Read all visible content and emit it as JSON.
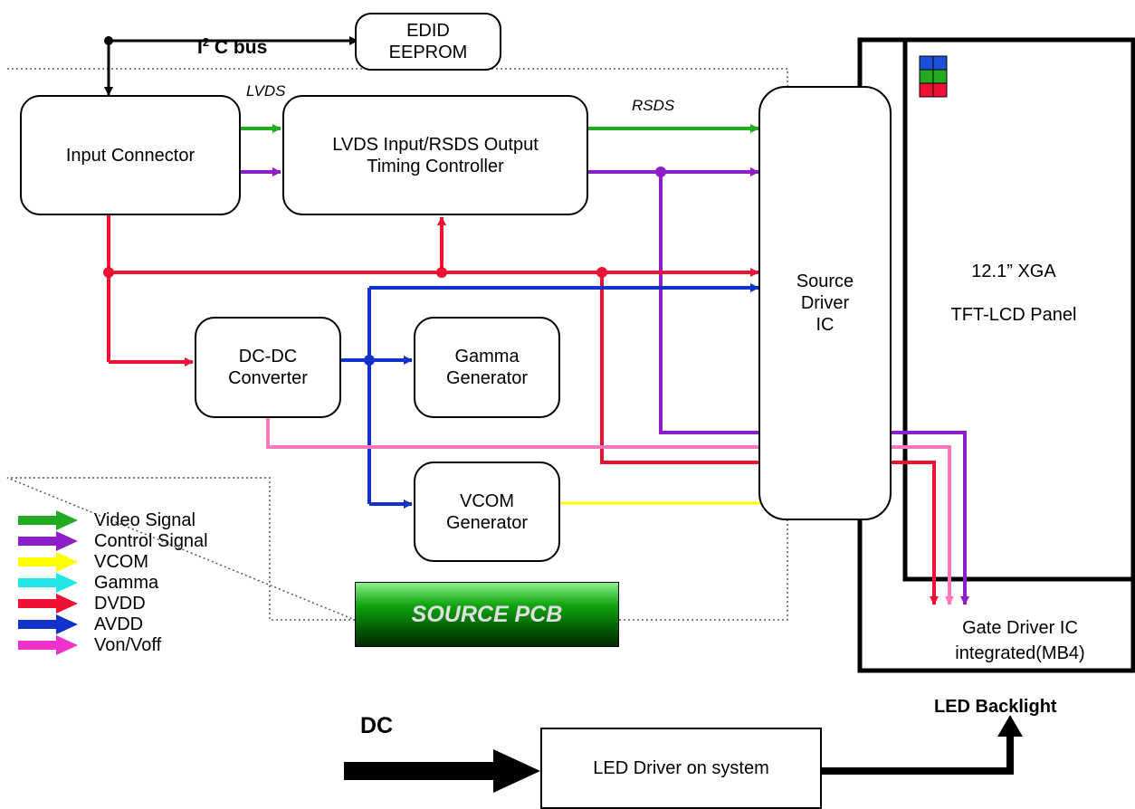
{
  "bus": {
    "i2c_prefix": "I",
    "i2c_sup": "2",
    "i2c_suffix": " C bus"
  },
  "blocks": {
    "edid": "EDID\nEEPROM",
    "input_connector": "Input Connector",
    "timing_controller": "LVDS Input/RSDS Output\nTiming Controller",
    "source_driver": "Source\nDriver\nIC",
    "dcdc": "DC-DC\nConverter",
    "gamma": "Gamma\nGenerator",
    "vcom": "VCOM\nGenerator",
    "led_driver": "LED Driver on system"
  },
  "labels": {
    "lvds": "LVDS",
    "rsds": "RSDS",
    "panel": "12.1” XGA\nTFT-LCD Panel",
    "gate_driver": "Gate Driver IC\nintegrated(MB4)",
    "led_backlight": "LED Backlight",
    "dc": "DC",
    "source_pcb": "SOURCE PCB"
  },
  "legend": [
    {
      "label": "Video Signal",
      "color": "#22aa22"
    },
    {
      "label": "Control Signal",
      "color": "#8e1ec8"
    },
    {
      "label": "VCOM",
      "color": "#ffff00"
    },
    {
      "label": "Gamma",
      "color": "#22e6e6"
    },
    {
      "label": "DVDD",
      "color": "#ee1133"
    },
    {
      "label": "AVDD",
      "color": "#1133cc"
    },
    {
      "label": "Von/Voff",
      "color": "#ee33cc"
    }
  ],
  "colors": {
    "video": "#22aa22",
    "control": "#8e1ec8",
    "vcom": "#ffff00",
    "dvdd": "#ee1133",
    "avdd": "#1133cc",
    "vonvoff": "#ff77bb",
    "pixel_blue": "#1e4fd8",
    "pixel_green": "#22aa22",
    "pixel_red": "#ee1133"
  }
}
